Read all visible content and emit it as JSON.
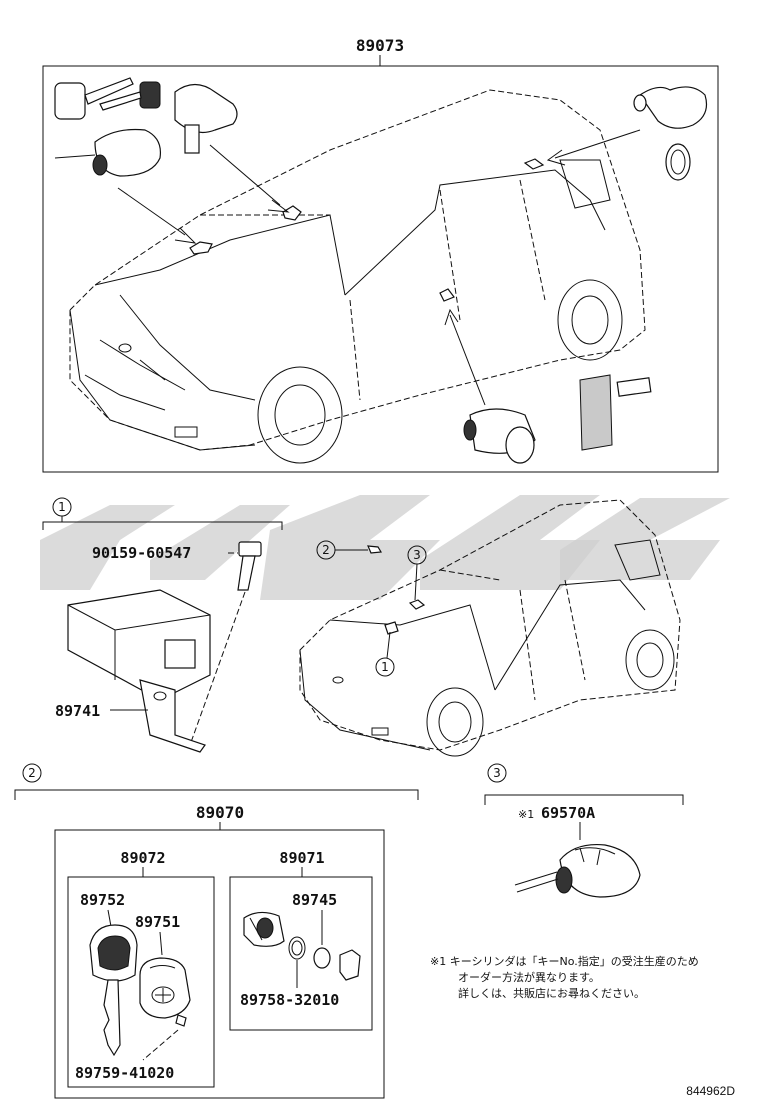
{
  "diagram": {
    "top_assembly": "89073",
    "section1": {
      "callout": "1",
      "bolt": "90159-60547",
      "ecu": "89741"
    },
    "car_callouts": {
      "c2": "2",
      "c3": "3",
      "c1": "1"
    },
    "section2": {
      "callout": "2",
      "assembly": "89070",
      "left_group": "89072",
      "right_group": "89071",
      "key_blank": "89752",
      "transmitter": "89751",
      "screw": "89759-41020",
      "housing": "89745",
      "oring": "89758-32010"
    },
    "section3": {
      "callout": "3",
      "cylinder": "69570A",
      "cylinder_prefix": "※1"
    },
    "note": {
      "line1": "※1 キーシリンダは「キーNo.指定」の受注生産のため",
      "line2": "オーダー方法が異なります。",
      "line3": "詳しくは、共販店にお尋ねください。"
    },
    "drawing_code": "844962D"
  }
}
